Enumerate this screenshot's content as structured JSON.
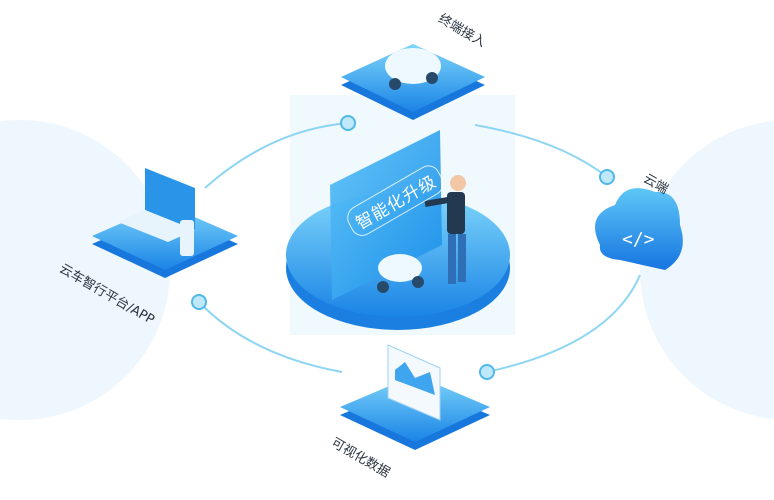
{
  "center": {
    "title": "智能化升级"
  },
  "nodes": {
    "terminal": {
      "label": "终端接入"
    },
    "cloud": {
      "label": "云端"
    },
    "platform": {
      "label": "云车智行平台/APP"
    },
    "data": {
      "label": "可视化数据"
    }
  },
  "colors": {
    "primary": "#1e8fe8",
    "light": "#6cc8f5",
    "ring": "#7fd0f0",
    "bg_circle": "#eef7fd"
  }
}
